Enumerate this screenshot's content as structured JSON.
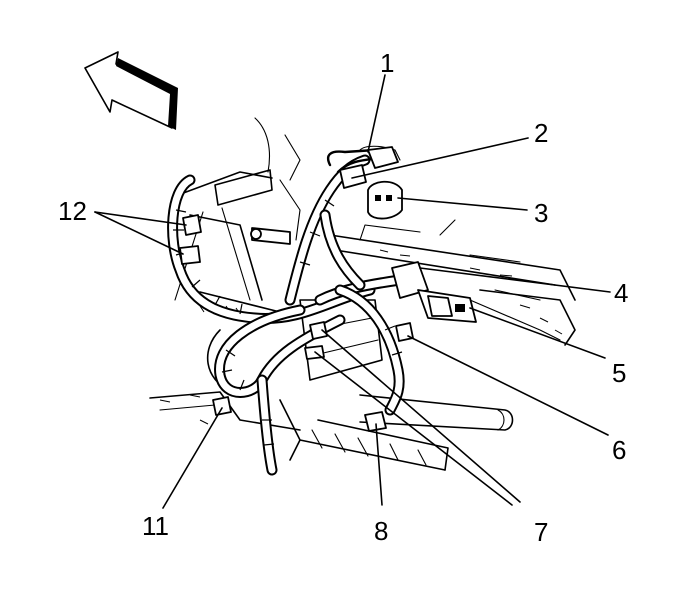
{
  "callouts": [
    {
      "id": "1",
      "text": "1"
    },
    {
      "id": "2",
      "text": "2"
    },
    {
      "id": "3",
      "text": "3"
    },
    {
      "id": "4",
      "text": "4"
    },
    {
      "id": "5",
      "text": "5"
    },
    {
      "id": "6",
      "text": "6"
    },
    {
      "id": "7",
      "text": "7"
    },
    {
      "id": "8",
      "text": "8"
    },
    {
      "id": "11",
      "text": "11"
    },
    {
      "id": "12",
      "text": "12"
    }
  ],
  "icons": {
    "direction_arrow": "forward-arrow-icon"
  },
  "colors": {
    "line": "#000000",
    "background": "#ffffff"
  }
}
